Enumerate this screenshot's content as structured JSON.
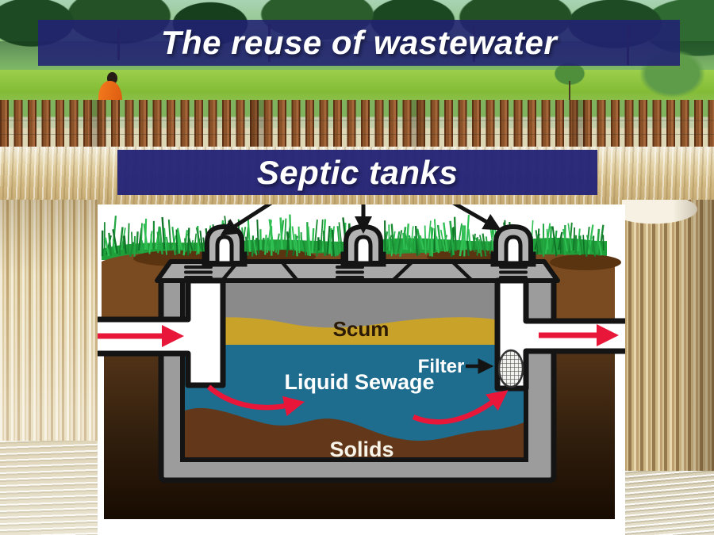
{
  "slide": {
    "title": "The reuse of wastewater",
    "subtitle": "Septic tanks"
  },
  "diagram": {
    "labels": {
      "scum": "Scum",
      "liquid_sewage": "Liquid Sewage",
      "solids": "Solids",
      "filter": "Filter"
    },
    "colors": {
      "banner_navy": "#252578",
      "title_text": "#ffffff",
      "arrow_red": "#e8173a",
      "scum_yellow": "#c9a22a",
      "liquid_teal": "#1e6c8e",
      "solids_brown": "#63381a",
      "grass_green": "#1fa03a",
      "soil_brown": "#7a4a20",
      "soil_dark": "#2a1608",
      "tank_gray": "#9c9c9c",
      "tank_inner_gray": "#8a8a8a",
      "lid_gray": "#a8a8a8",
      "outline_black": "#141414",
      "water_tan": "#d9c496"
    }
  }
}
